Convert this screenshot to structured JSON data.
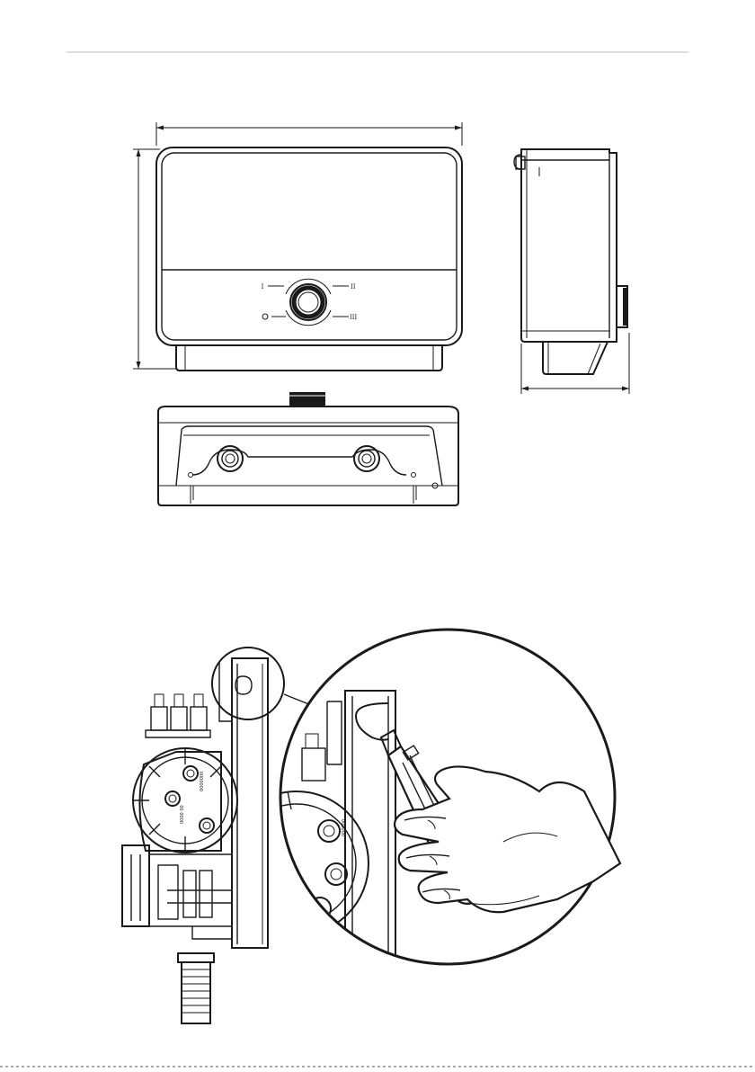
{
  "knob_marks": {
    "top_left": "I",
    "top_right": "II",
    "bottom_right": "III"
  },
  "colors": {
    "ink": "#1a1a1a",
    "paper": "#ffffff",
    "header_rule": "#bbbbbb",
    "footer_rule": "#555555"
  },
  "icons": [
    "header-rule",
    "front-view",
    "side-view",
    "bottom-view",
    "installation-illustration",
    "utility-knife-icon",
    "hand-icon",
    "magnifier-circle"
  ]
}
